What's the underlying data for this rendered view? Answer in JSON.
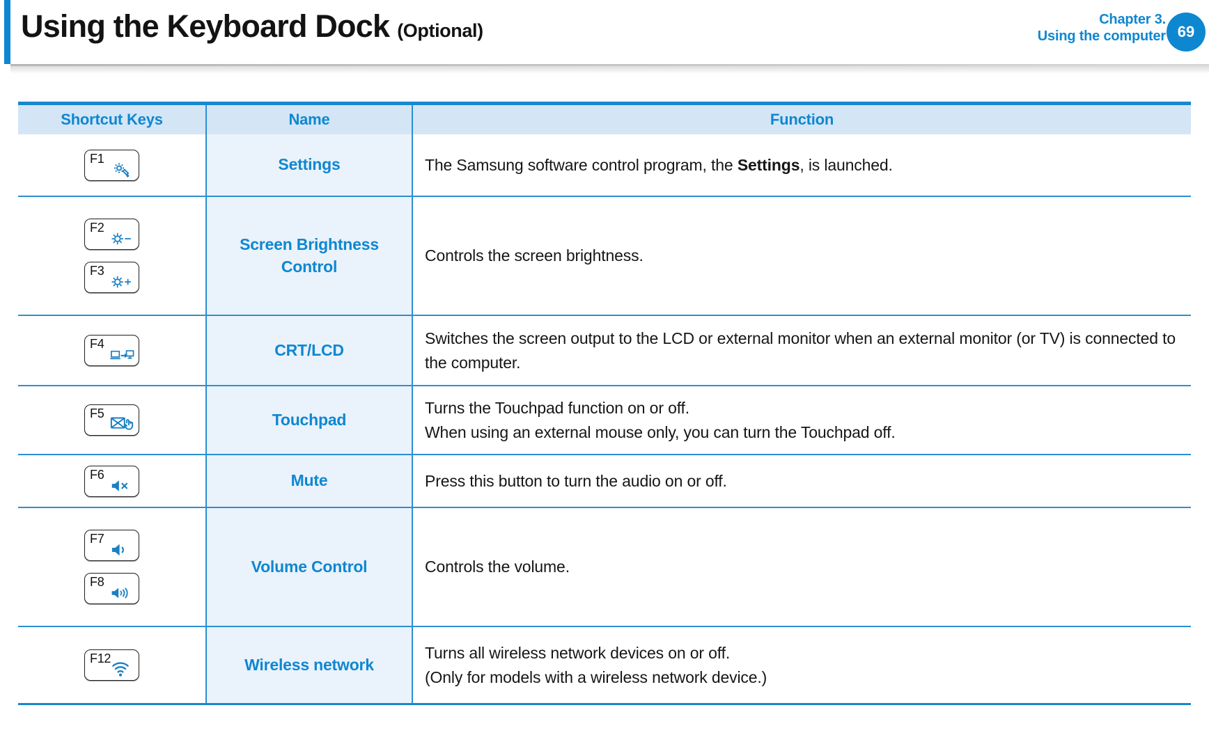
{
  "header": {
    "title": "Using the Keyboard Dock",
    "title_suffix": "(Optional)",
    "chapter_line1": "Chapter 3.",
    "chapter_line2": "Using the computer",
    "page_number": "69",
    "accent_color": "#0e87d1"
  },
  "table": {
    "columns": [
      {
        "key": "shortcut_keys",
        "label": "Shortcut Keys"
      },
      {
        "key": "name",
        "label": "Name"
      },
      {
        "key": "function",
        "label": "Function"
      }
    ],
    "rows": [
      {
        "keys": [
          {
            "label": "F1",
            "icon": "settings-gear-icon"
          }
        ],
        "name": "Settings",
        "function_lines": [
          [
            {
              "t": "The Samsung software control program, the "
            },
            {
              "t": "Settings",
              "bold": true
            },
            {
              "t": ", is launched."
            }
          ]
        ]
      },
      {
        "keys": [
          {
            "label": "F2",
            "icon": "brightness-down-icon"
          },
          {
            "label": "F3",
            "icon": "brightness-up-icon"
          }
        ],
        "name": "Screen Brightness Control",
        "function_lines": [
          [
            {
              "t": "Controls the screen brightness."
            }
          ]
        ]
      },
      {
        "keys": [
          {
            "label": "F4",
            "icon": "external-display-icon"
          }
        ],
        "name": "CRT/LCD",
        "function_lines": [
          [
            {
              "t": "Switches the screen output to the LCD or external monitor when an external monitor (or TV) is connected to the computer."
            }
          ]
        ]
      },
      {
        "keys": [
          {
            "label": "F5",
            "icon": "touchpad-off-icon"
          }
        ],
        "name": "Touchpad",
        "function_lines": [
          [
            {
              "t": "Turns the Touchpad function on or off."
            }
          ],
          [
            {
              "t": "When using an external mouse only, you can turn the Touchpad off."
            }
          ]
        ]
      },
      {
        "keys": [
          {
            "label": "F6",
            "icon": "mute-icon"
          }
        ],
        "name": "Mute",
        "function_lines": [
          [
            {
              "t": "Press this button to turn the audio on or off."
            }
          ]
        ]
      },
      {
        "keys": [
          {
            "label": "F7",
            "icon": "volume-down-icon"
          },
          {
            "label": "F8",
            "icon": "volume-up-icon"
          }
        ],
        "name": "Volume Control",
        "function_lines": [
          [
            {
              "t": "Controls the volume."
            }
          ]
        ]
      },
      {
        "keys": [
          {
            "label": "F12",
            "icon": "wireless-network-icon"
          }
        ],
        "name": "Wireless network",
        "function_lines": [
          [
            {
              "t": "Turns all wireless network devices on or off."
            }
          ],
          [
            {
              "t": "(Only for models with a wireless network device.)"
            }
          ]
        ]
      }
    ]
  }
}
